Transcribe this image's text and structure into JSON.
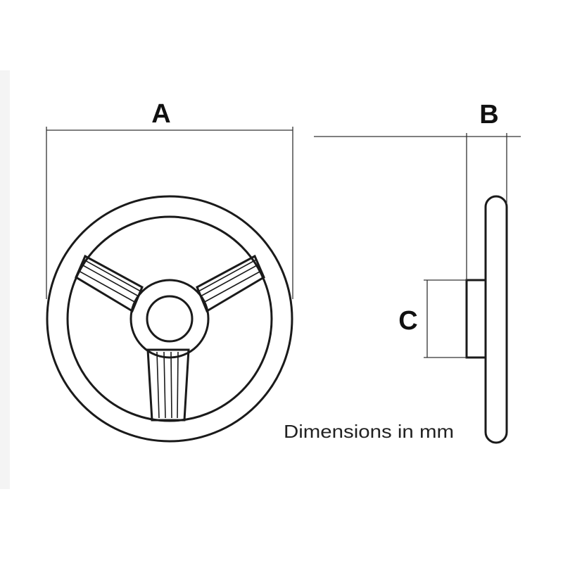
{
  "labels": {
    "width": "A",
    "depth": "B",
    "hub_height": "C",
    "note": "Dimensions in mm"
  },
  "colors": {
    "line": "#1a1a1a",
    "background": "#ffffff",
    "left_band": "#f4f4f4"
  }
}
